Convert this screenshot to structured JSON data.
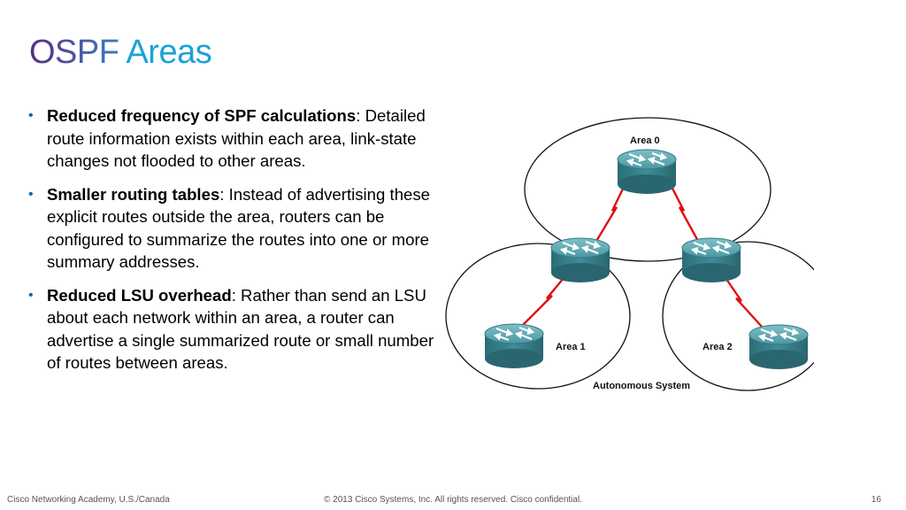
{
  "title": {
    "part1": "OSPF",
    "part2": "Areas",
    "color_part1_start": "#5a2d82",
    "color_part1_end": "#3a7cc4",
    "color_part2": "#1aa2d8"
  },
  "bullets": [
    {
      "bold": "Reduced frequency of SPF calculations",
      "text": ": Detailed route information exists within each area, link-state changes not flooded to other areas."
    },
    {
      "bold": "Smaller routing tables",
      "text": ": Instead of advertising these explicit routes outside the area, routers can be configured to summarize the routes into one or more summary addresses."
    },
    {
      "bold": "Reduced LSU overhead",
      "text": ": Rather than send an LSU about each network within an area, a router can advertise a single summarized route or small number of routes between areas."
    }
  ],
  "diagram": {
    "area0_label": "Area 0",
    "area1_label": "Area 1",
    "area2_label": "Area 2",
    "as_label": "Autonomous System",
    "router_color": "#3d8a95",
    "link_color": "#e01010",
    "routers": [
      "router",
      "router",
      "router",
      "router",
      "router"
    ]
  },
  "footer": {
    "left": "Cisco Networking Academy, U.S./Canada",
    "center": "© 2013 Cisco Systems, Inc. All rights reserved. Cisco confidential.",
    "page": "16"
  }
}
